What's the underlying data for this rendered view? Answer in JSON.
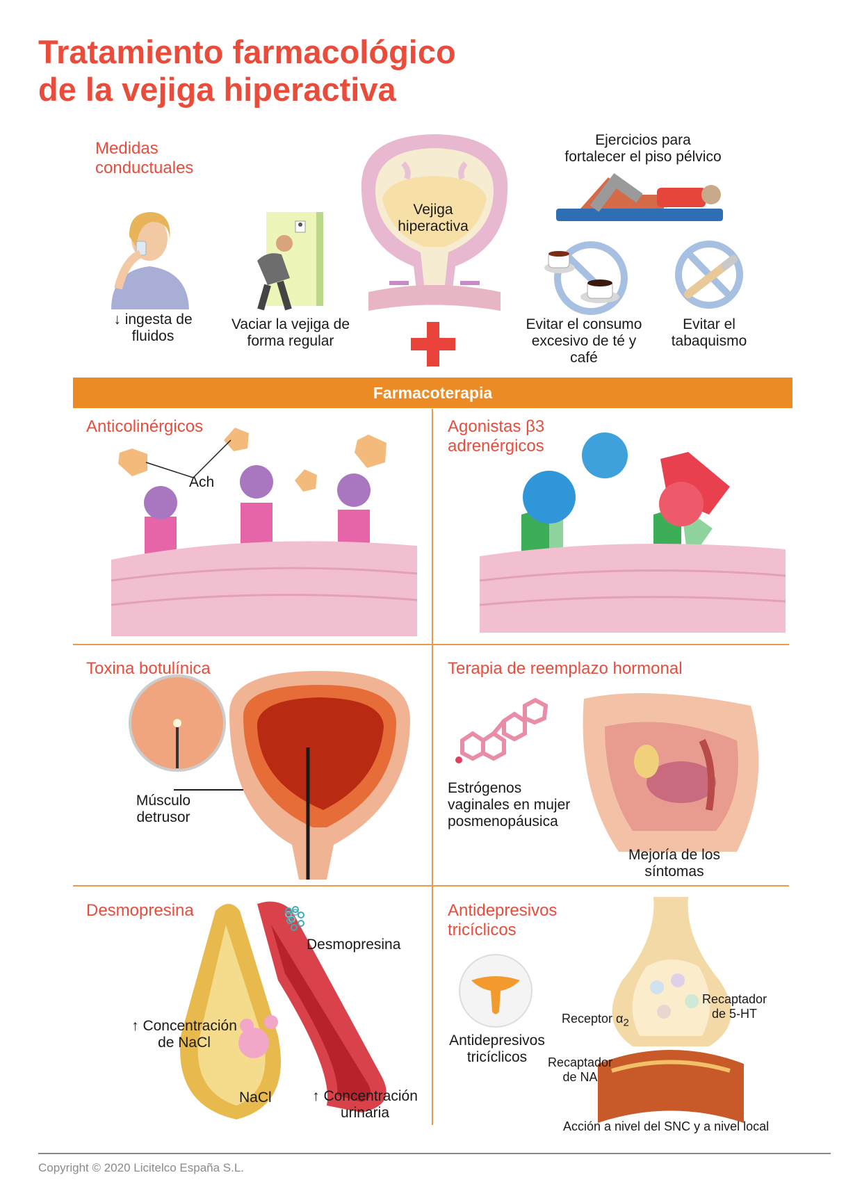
{
  "title": {
    "line1": "Tratamiento farmacológico",
    "line2": "de la vejiga hiperactiva"
  },
  "behavioral": {
    "heading_line1": "Medidas",
    "heading_line2": "conductuales",
    "fluid_line1": "↓ ingesta de",
    "fluid_line2": "fluidos",
    "empty_line1": "Vaciar la vejiga de",
    "empty_line2": "forma regular",
    "bladder_line1": "Vejiga",
    "bladder_line2": "hiperactiva",
    "pelvic_line1": "Ejercicios para",
    "pelvic_line2": "fortalecer el piso pélvico",
    "coffee_line1": "Evitar el consumo",
    "coffee_line2": "excesivo de té y",
    "coffee_line3": "café",
    "smoke_line1": "Evitar el",
    "smoke_line2": "tabaquismo"
  },
  "banner": "Farmacoterapia",
  "sections": {
    "anticholinergic": {
      "heading": "Anticolinérgicos",
      "ach": "Ach"
    },
    "beta3": {
      "heading_line1": "Agonistas β3",
      "heading_line2": "adrenérgicos"
    },
    "botulinum": {
      "heading": "Toxina botulínica",
      "muscle_line1": "Músculo",
      "muscle_line2": "detrusor"
    },
    "hormone": {
      "heading": "Terapia de reemplazo hormonal",
      "estro_line1": "Estrógenos",
      "estro_line2": "vaginales en mujer",
      "estro_line3": "posmenopáusica",
      "improve_line1": "Mejoría de los",
      "improve_line2": "síntomas"
    },
    "desmopressin": {
      "heading": "Desmopresina",
      "label": "Desmopresina",
      "nacl_conc_line1": "↑ Concentración",
      "nacl_conc_line2": "de NaCl",
      "nacl": "NaCl",
      "urine_line1": "↑ Concentración",
      "urine_line2": "urinaria"
    },
    "tricyclic": {
      "heading_line1": "Antidepresivos",
      "heading_line2": "tricíclicos",
      "drug_line1": "Antidepresivos",
      "drug_line2": "tricíclicos",
      "receptor": "Receptor α",
      "receptor_sub": "2",
      "ht_line1": "Recaptador",
      "ht_line2": "de 5-HT",
      "na_line1": "Recaptador",
      "na_line2": "de NA",
      "action": "Acción a nivel del SNC y a nivel local"
    }
  },
  "copyright": "Copyright © 2020 Licitelco España S.L.",
  "colors": {
    "title_red": "#ea4c3c",
    "banner_orange": "#ec8a25",
    "divider": "#e99b4a"
  }
}
